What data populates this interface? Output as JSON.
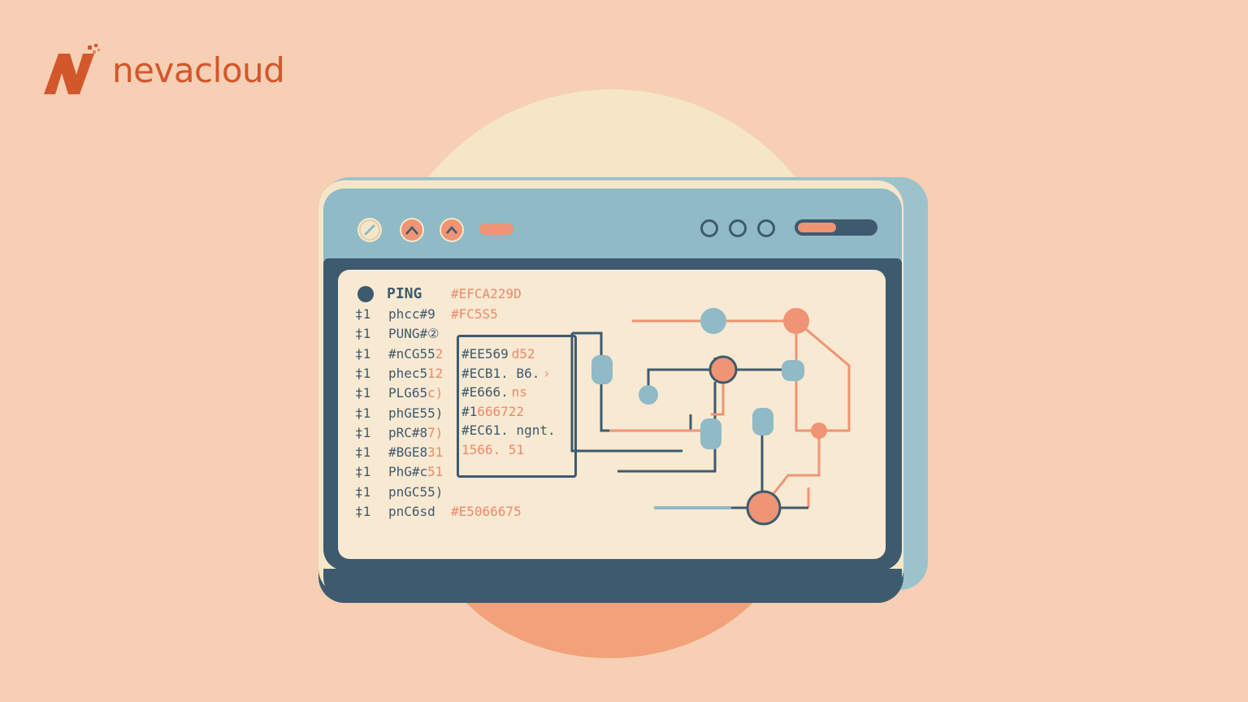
{
  "brand": {
    "name": "nevacloud",
    "color": "#d2572b"
  },
  "colors": {
    "background": "#f6cfb4",
    "window_dark": "#3e5a6e",
    "window_blue": "#8fbac6",
    "screen": "#f8e9d2",
    "accent": "#ef9474"
  },
  "titlebar": {
    "left_buttons": [
      "slash-icon",
      "chevron-up-icon",
      "chevron-up-icon"
    ],
    "right_rings": 3,
    "progress_fraction": 0.5
  },
  "terminal": {
    "title": "PING",
    "title_hex": "#EFCA229D",
    "rows": [
      {
        "prefix": "‡1",
        "cmd": "phcc#9",
        "hex": "#FC5S5"
      },
      {
        "prefix": "‡1",
        "cmd": "PUNG#②",
        "hex": ""
      },
      {
        "prefix": "‡1",
        "cmd": "#nCG55",
        "tail": "2",
        "hex": ""
      },
      {
        "prefix": "‡1",
        "cmd": "phec5",
        "tail": "12",
        "hex": ""
      },
      {
        "prefix": "‡1",
        "cmd": "PLG65",
        "tail": "c)",
        "hex": ""
      },
      {
        "prefix": "‡1",
        "cmd": "phGE55)",
        "hex": ""
      },
      {
        "prefix": "‡1",
        "cmd": "pRC#8",
        "tail": "7)",
        "hex": ""
      },
      {
        "prefix": "‡1",
        "cmd": "#BGE8",
        "tail": "31",
        "hex": ""
      },
      {
        "prefix": "‡1",
        "cmd": "PhG#c",
        "tail": "51",
        "hex": ""
      },
      {
        "prefix": "‡1",
        "cmd": "pnGC55)",
        "hex": ""
      },
      {
        "prefix": "‡1",
        "cmd": "pnC6sd",
        "hex": "#E5066675"
      }
    ],
    "box_lines": [
      {
        "text": "#EE569",
        "tail": "d52",
        "pre": ""
      },
      {
        "text": "#ECB1. B6.",
        "tail": "›",
        "pre": ""
      },
      {
        "text": "#E666.",
        "tail": "ns",
        "pre": ""
      },
      {
        "text": "",
        "tail": "666722",
        "pre": "#1"
      },
      {
        "text": "#EC61. ngnt.",
        "tail": "",
        "pre": ""
      },
      {
        "text": "",
        "tail": "1566. 51",
        "pre": ""
      }
    ]
  }
}
